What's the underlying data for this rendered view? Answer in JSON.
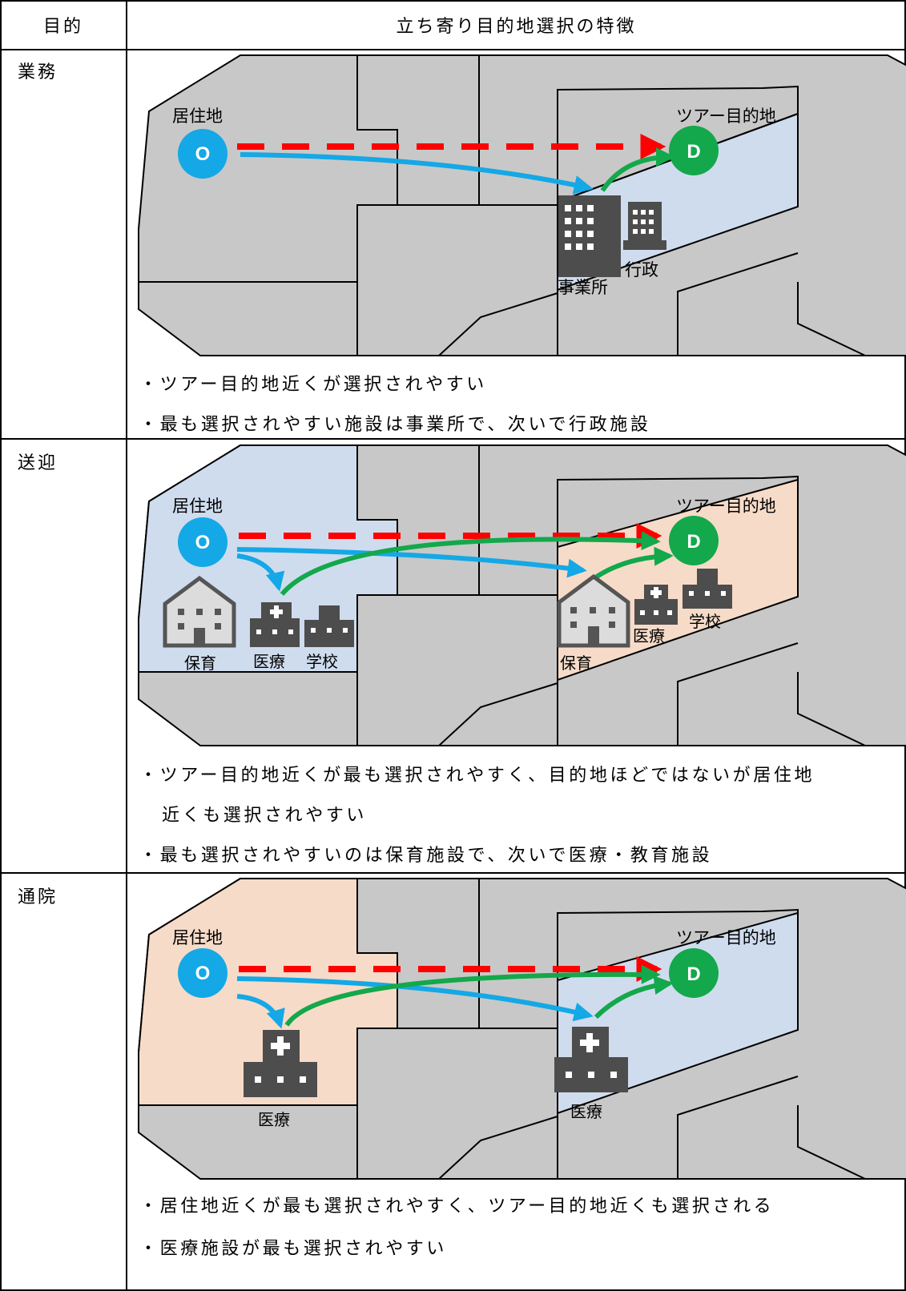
{
  "table": {
    "header_purpose": "目的",
    "header_features": "立ち寄り目的地選択の特徴",
    "rows": [
      {
        "purpose": "業務",
        "map_labels": {
          "origin": "居住地",
          "destination": "ツアー目的地",
          "origin_marker": "O",
          "dest_marker": "D",
          "facility_1": "事業所",
          "facility_2": "行政"
        },
        "bullets": [
          "・ツアー目的地近くが選択されやすい",
          "・最も選択されやすい施設は事業所で、次いで行政施設"
        ]
      },
      {
        "purpose": "送迎",
        "map_labels": {
          "origin": "居住地",
          "destination": "ツアー目的地",
          "origin_marker": "O",
          "dest_marker": "D",
          "left_1": "保育",
          "left_2": "医療",
          "left_3": "学校",
          "right_1": "保育",
          "right_2": "医療",
          "right_3": "学校"
        },
        "bullets": [
          "・ツアー目的地近くが最も選択されやすく、目的地ほどではないが居住地",
          "近くも選択されやすい",
          "・最も選択されやすいのは保育施設で、次いで医療・教育施設"
        ]
      },
      {
        "purpose": "通院",
        "map_labels": {
          "origin": "居住地",
          "destination": "ツアー目的地",
          "origin_marker": "O",
          "dest_marker": "D",
          "left_1": "医療",
          "right_1": "医療"
        },
        "bullets": [
          "・居住地近くが最も選択されやすく、ツアー目的地近くも選択される",
          "・医療施設が最も選択されやすい"
        ]
      }
    ]
  },
  "colors": {
    "map_gray": "#c8c8c8",
    "zone_blue": "#cfdcee",
    "zone_orange": "#f6dbc8",
    "origin_blue": "#14a8e6",
    "dest_green": "#13a84b",
    "arrow_red": "#ff0000",
    "icon_gray": "#4d4d4d"
  }
}
